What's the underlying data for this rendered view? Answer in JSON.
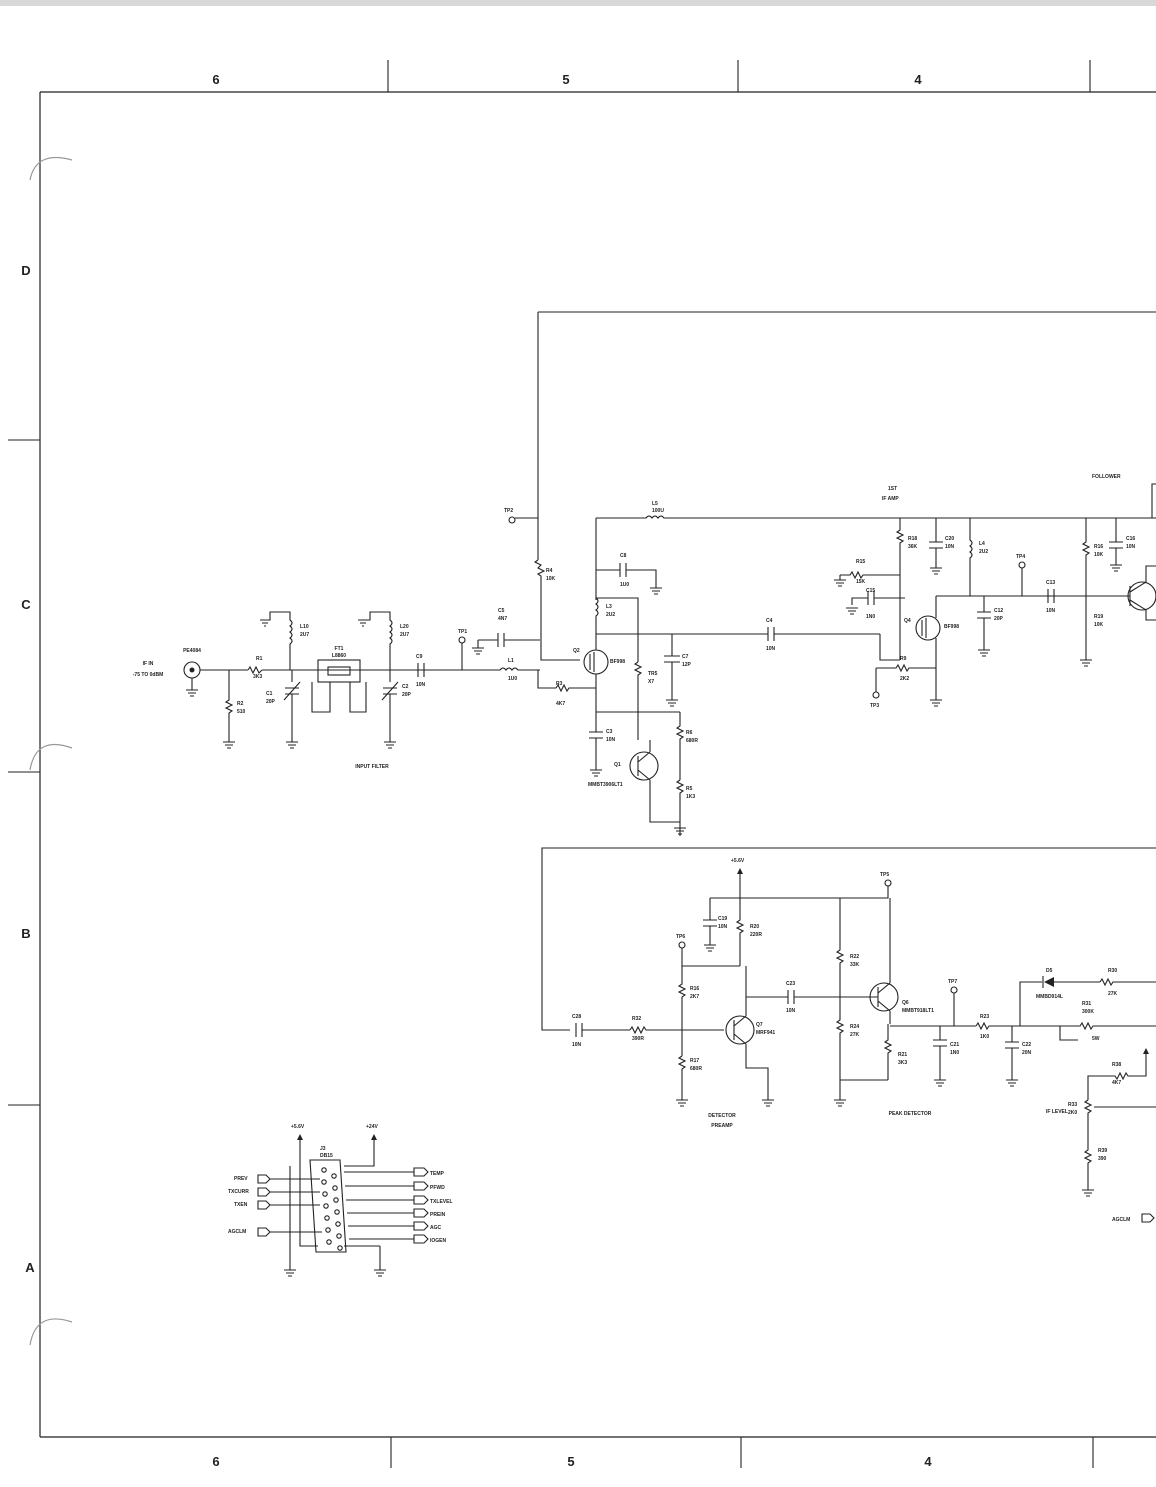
{
  "zones": {
    "columns": [
      "6",
      "5",
      "4"
    ],
    "rows": [
      "D",
      "C",
      "B",
      "A"
    ]
  },
  "labels": {
    "if_in_1": "IF IN",
    "if_in_2": "-75 TO 0dBM",
    "connector_pe": "PE4084",
    "r1": "R1",
    "r1v": "3K3",
    "r2": "R2",
    "r2v": "510",
    "c1": "C1",
    "c1v": "20P",
    "c2": "C2",
    "c2v": "20P",
    "l10": "L10",
    "l10v": "2U7",
    "l20": "L20",
    "l20v": "2U7",
    "ft1": "FT1",
    "ft1v": "L8860",
    "c9": "C9",
    "c9v": "10N",
    "input_filter": "INPUT FILTER",
    "tp1": "TP1",
    "tp2": "TP2",
    "l1": "L1",
    "l1v": "1U0",
    "c5": "C5",
    "c5v": "4N7",
    "r4": "R4",
    "r4v": "10K",
    "r3": "R3",
    "r3v": "4K7",
    "l5": "L5",
    "l5v": "100U",
    "c8": "C8",
    "c8v": "1U0",
    "l3": "L3",
    "l3v": "2U2",
    "q2": "Q2",
    "q2v": "BF998",
    "c7": "C7",
    "c7v": "12P",
    "tr5": "TR5",
    "tr5v": "X7",
    "c3": "C3",
    "c3v": "10N",
    "r6": "R6",
    "r6v": "680R",
    "q1": "Q1",
    "q1v": "MMBT3906LT1",
    "r5": "R5",
    "r5v": "1K3",
    "c4": "C4",
    "c4v": "10N",
    "first_if_amp_1": "1ST",
    "first_if_amp_2": "IF AMP",
    "r18": "R18",
    "r18v": "36K",
    "c20": "C20",
    "c20v": "10N",
    "l4": "L4",
    "l4v": "2U2",
    "r15": "R15",
    "r15v": "15K",
    "c15": "C15",
    "c15v": "1N0",
    "q4": "Q4",
    "q4v": "BF998",
    "r9": "R9",
    "r9v": "2K2",
    "tp3": "TP3",
    "tp4": "TP4",
    "c12": "C12",
    "c12v": "20P",
    "c13": "C13",
    "c13v": "10N",
    "follower": "FOLLOWER",
    "r16": "R16",
    "r16v": "10K",
    "c16": "C16",
    "c16v": "10N",
    "r19": "R19",
    "r19v": "10K",
    "plus_5v": "+5.6V",
    "plus_24v": "+24V",
    "c19": "C19",
    "c19v": "10N",
    "r20": "R20",
    "r20v": "220R",
    "tp5": "TP5",
    "tp6": "TP6",
    "r16b": "R16",
    "r16bv": "2K7",
    "r17": "R17",
    "r17v": "680R",
    "c28": "C28",
    "c28v": "10N",
    "r32": "R32",
    "r32v": "390R",
    "q7": "Q7",
    "q7v": "MRF941",
    "c23": "C23",
    "c23v": "10N",
    "detector_preamp_1": "DETECTOR",
    "detector_preamp_2": "PREAMP",
    "r22": "R22",
    "r22v": "33K",
    "r24": "R24",
    "r24v": "27K",
    "q6": "Q6",
    "q6v": "MMBT918LT1",
    "r21": "R21",
    "r21v": "3K3",
    "tp7": "TP7",
    "r23": "R23",
    "r23v": "1K0",
    "c21": "C21",
    "c21v": "1N0",
    "c22": "C22",
    "c22v": "20N",
    "peak_detector": "PEAK DETECTOR",
    "d5": "D5",
    "d5v": "MMBD914L",
    "r30": "R30",
    "r30v": "27K",
    "r31": "R31",
    "r31v": "300K",
    "rw": "5W",
    "r38": "R38",
    "r38v": "4K7",
    "if_level": "IF LEVEL",
    "r33": "R33",
    "r33v": "2K0",
    "r39": "R39",
    "r39v": "390",
    "agc_label": "AGCLM",
    "j3": "J3",
    "j3v": "DB15",
    "prev": "PREV",
    "txcurr": "TXCURR",
    "txen": "TXEN",
    "agclm": "AGCLM",
    "temp": "TEMP",
    "pfwd": "PFWD",
    "txlevel": "TXLEVEL",
    "prein": "PREIN",
    "agc": "AGC",
    "iogen": "IOGEN"
  }
}
